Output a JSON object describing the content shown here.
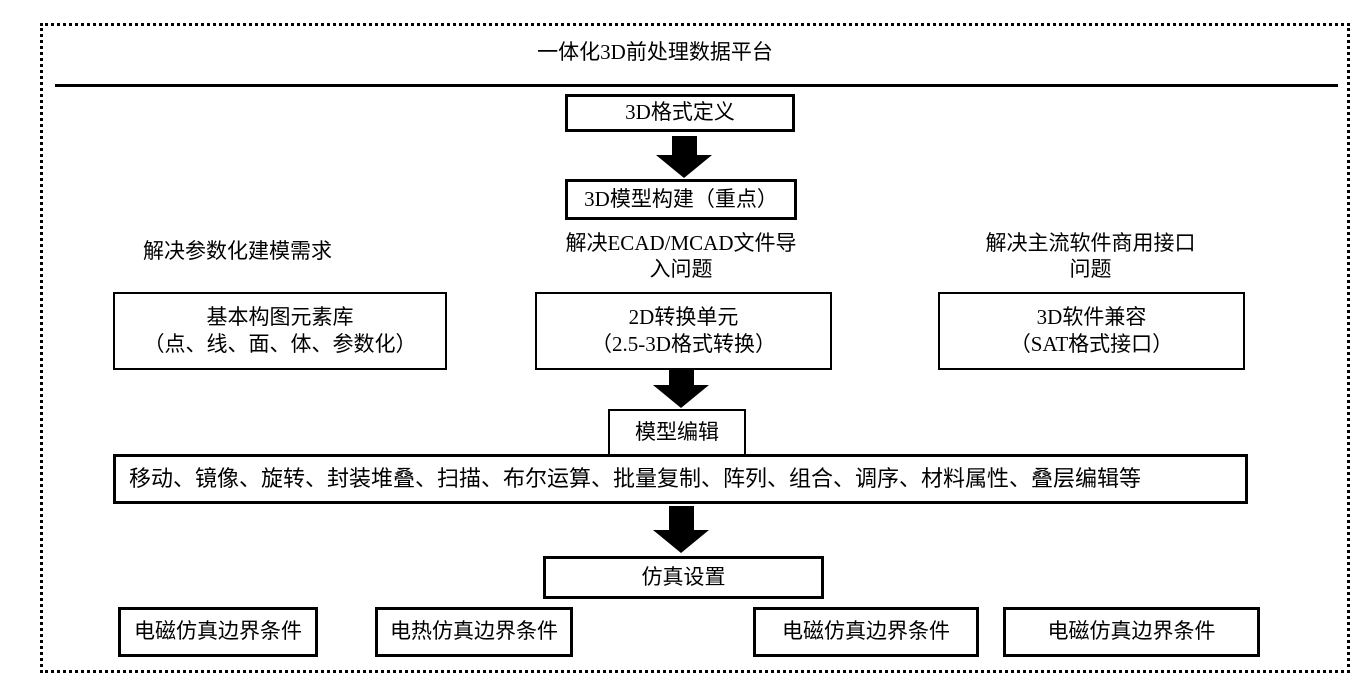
{
  "title": "一体化3D前处理数据平台",
  "colors": {
    "background": "#ffffff",
    "border": "#000000",
    "text": "#000000",
    "arrow": "#000000"
  },
  "flow": {
    "step_format": "3D格式定义",
    "step_model": "3D模型构建（重点）",
    "columns": [
      {
        "label_line1": "解决参数化建模需求",
        "label_line2": "",
        "box_line1": "基本构图元素库",
        "box_line2": "（点、线、面、体、参数化）"
      },
      {
        "label_line1": "解决ECAD/MCAD文件导",
        "label_line2": "入问题",
        "box_line1": "2D转换单元",
        "box_line2": "（2.5-3D格式转换）"
      },
      {
        "label_line1": "解决主流软件商用接口",
        "label_line2": "问题",
        "box_line1": "3D软件兼容",
        "box_line2": "（SAT格式接口）"
      }
    ],
    "model_edit": "模型编辑",
    "model_edit_detail": "移动、镜像、旋转、封装堆叠、扫描、布尔运算、批量复制、阵列、组合、调序、材料属性、叠层编辑等",
    "sim_setup": "仿真设置",
    "sim_conditions": [
      "电磁仿真边界条件",
      "电热仿真边界条件",
      "电磁仿真边界条件",
      "电磁仿真边界条件"
    ]
  }
}
